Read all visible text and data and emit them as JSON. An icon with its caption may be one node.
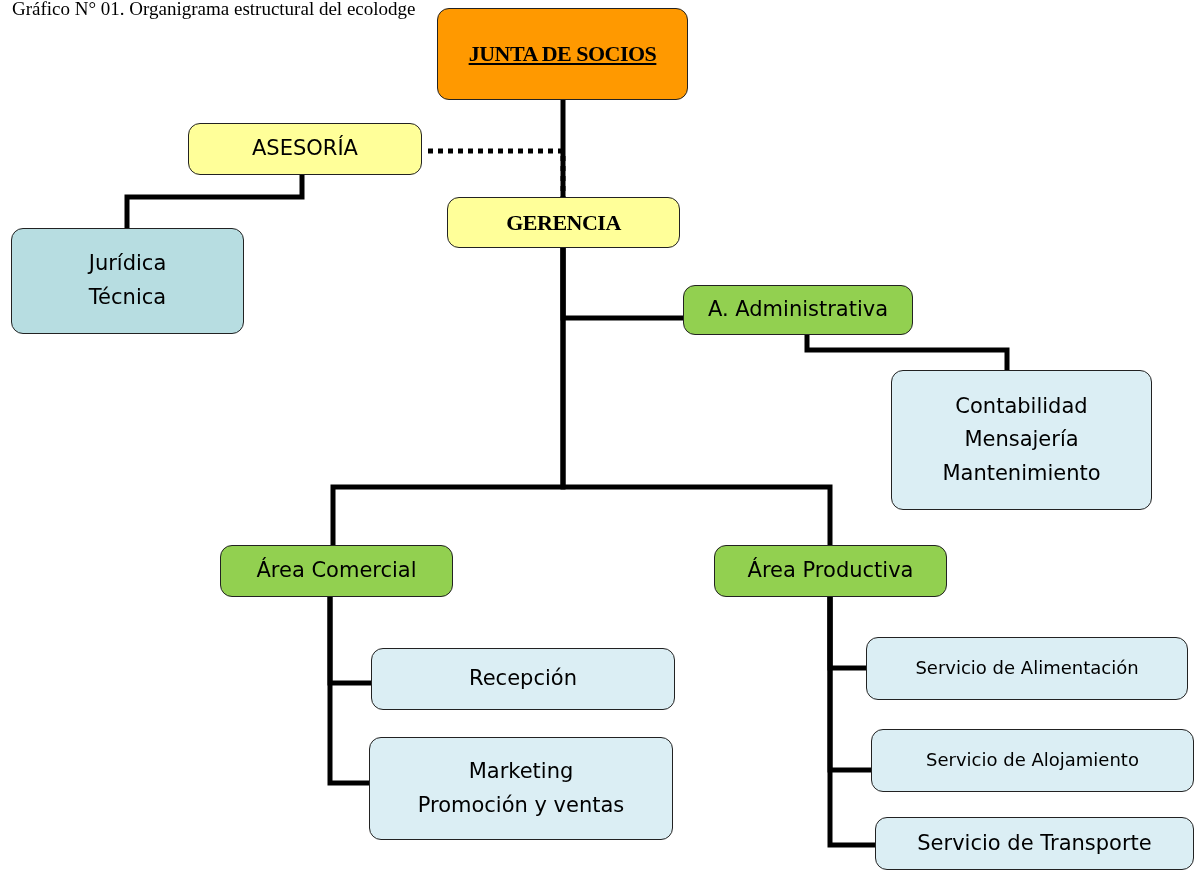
{
  "diagram": {
    "title": "Gráfico N° 01. Organigrama estructural del ecolodge",
    "nodes": [
      {
        "text": [
          "JUNTA DE SOCIOS"
        ]
      },
      {
        "text": [
          "ASESORÍA"
        ]
      },
      {
        "text": [
          "GERENCIA"
        ]
      },
      {
        "text": [
          "Jurídica",
          "Técnica"
        ]
      },
      {
        "text": [
          "A. Administrativa"
        ]
      },
      {
        "text": [
          "Contabilidad",
          "Mensajería",
          "Mantenimiento"
        ]
      },
      {
        "text": [
          "Área Comercial"
        ]
      },
      {
        "text": [
          "Área Productiva"
        ]
      },
      {
        "text": [
          "Recepción"
        ]
      },
      {
        "text": [
          "Marketing",
          "Promoción y ventas"
        ]
      },
      {
        "text": [
          "Servicio de Alimentación"
        ]
      },
      {
        "text": [
          "Servicio de Alojamiento"
        ]
      },
      {
        "text": [
          "Servicio de Transporte"
        ]
      }
    ],
    "edges": [
      {
        "from": 0,
        "to": 2,
        "arrow": "none"
      },
      {
        "from": 1,
        "to": 2,
        "arrow": "none",
        "style": "dashed"
      },
      {
        "from": 1,
        "to": 3,
        "arrow": "none"
      },
      {
        "from": 2,
        "to": 4,
        "arrow": "none"
      },
      {
        "from": 2,
        "to": 6,
        "arrow": "none"
      },
      {
        "from": 2,
        "to": 7,
        "arrow": "none"
      },
      {
        "from": 4,
        "to": 5,
        "arrow": "none"
      },
      {
        "from": 6,
        "to": 8,
        "arrow": "none"
      },
      {
        "from": 6,
        "to": 9,
        "arrow": "none"
      },
      {
        "from": 7,
        "to": 10,
        "arrow": "none"
      },
      {
        "from": 7,
        "to": 11,
        "arrow": "none"
      },
      {
        "from": 7,
        "to": 12,
        "arrow": "none"
      }
    ]
  }
}
